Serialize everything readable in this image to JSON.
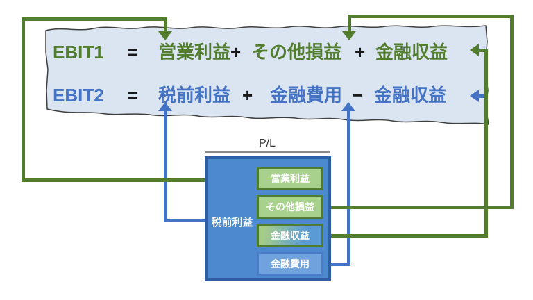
{
  "colors": {
    "green": "#527d2e",
    "blue": "#4472c4",
    "black": "#1a1a1a",
    "paper_fill": "#dbe5f2",
    "paper_outline": "#3f3f3f",
    "pl_box_fill": "#4d89cf",
    "pl_box_border": "#2f5da5",
    "green_item_fill": "#a9d18e",
    "green_item_border": "#4f7d2f",
    "blue_item_fill": "#70a3dd",
    "blue_item_border": "#4a7cc8",
    "mixed_item_gradient": [
      "#a5cd88",
      "#5b9bd5"
    ]
  },
  "formulas": {
    "ebit1": {
      "name": "EBIT1",
      "equals": "=",
      "term1": "営業利益",
      "op1": "+",
      "term2": "その他損益",
      "op2": "+",
      "term3": "金融収益"
    },
    "ebit2": {
      "name": "EBIT2",
      "equals": "=",
      "term1": "税前利益",
      "op1": "+",
      "term2": "金融費用",
      "op2": "−",
      "term3": "金融収益"
    }
  },
  "pl": {
    "title": "P/L",
    "pretax_label": "税前利益",
    "items": [
      {
        "label": "営業利益"
      },
      {
        "label": "その他損益"
      },
      {
        "label": "金融収益"
      },
      {
        "label": "金融費用"
      }
    ]
  }
}
